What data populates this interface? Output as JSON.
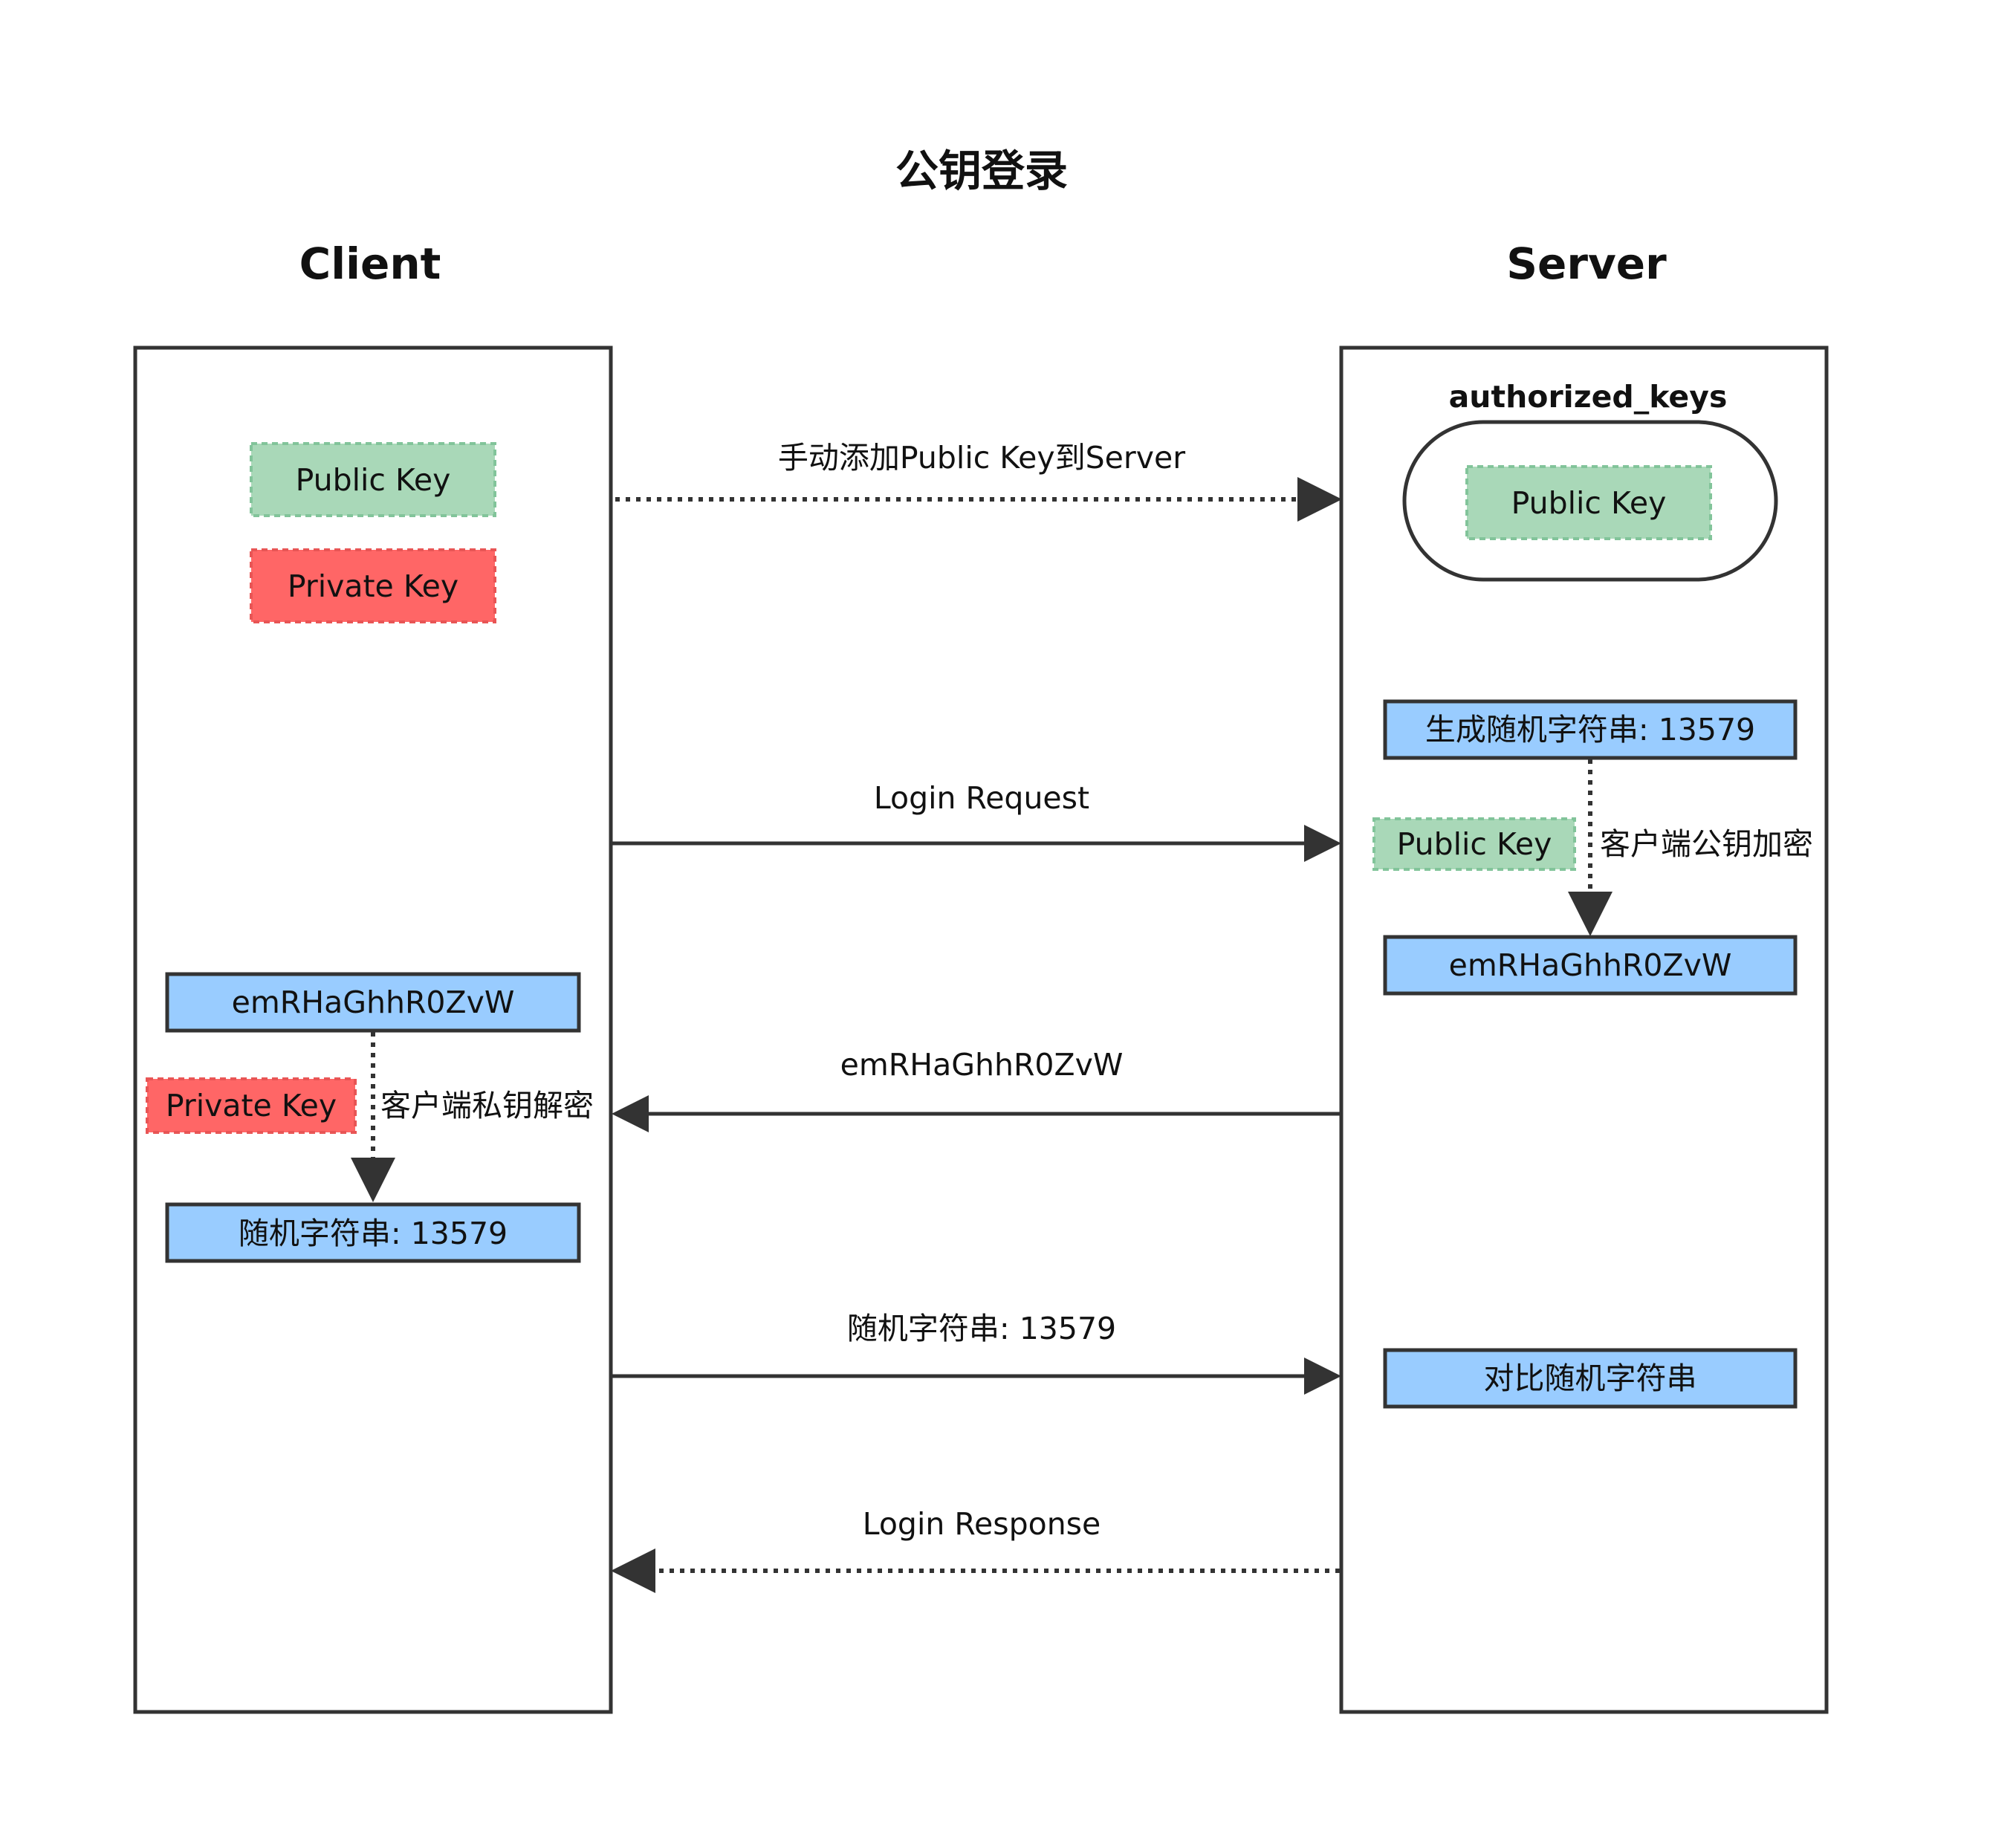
{
  "title": "公钥登录",
  "lanes": {
    "client": "Client",
    "server": "Server"
  },
  "client": {
    "public_key": "Public Key",
    "private_key": "Private Key",
    "encrypted_string": "emRHaGhhR0ZvW",
    "decrypt_key": "Private Key",
    "decrypt_note": "客户端私钥解密",
    "decrypted_string": "随机字符串: 13579"
  },
  "server": {
    "authorized_keys_label": "authorized_keys",
    "stored_public_key": "Public Key",
    "generated_string": "生成随机字符串: 13579",
    "encrypt_key": "Public Key",
    "encrypt_note": "客户端公钥加密",
    "encrypted_string": "emRHaGhhR0ZvW",
    "compare": "对比随机字符串"
  },
  "messages": [
    {
      "label": "手动添加Public Key到Server",
      "style": "dotted",
      "direction": "to-server"
    },
    {
      "label": "Login Request",
      "style": "solid",
      "direction": "to-server"
    },
    {
      "label": "emRHaGhhR0ZvW",
      "style": "solid",
      "direction": "to-client"
    },
    {
      "label": "随机字符串: 13579",
      "style": "solid",
      "direction": "to-server"
    },
    {
      "label": "Login Response",
      "style": "dotted",
      "direction": "to-client"
    }
  ],
  "colors": {
    "public_key_fill": "#a9d8b8",
    "public_key_border": "#82c49a",
    "private_key_fill": "#ff6666",
    "private_key_border": "#e85555",
    "data_box_fill": "#99ccff",
    "line": "#333333"
  }
}
